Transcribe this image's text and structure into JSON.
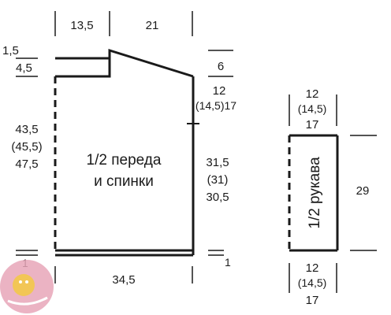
{
  "body_piece": {
    "title_line1": "1/2 переда",
    "title_line2": "и спинки",
    "top_left_width": "13,5",
    "top_right_width": "21",
    "shoulder_step": "1,5",
    "shoulder_step_2": "4,5",
    "right_top_drop": "6",
    "armhole_top": "12",
    "armhole_sizes": "(14,5)17",
    "left_height_1": "43,5",
    "left_height_2": "(45,5)",
    "left_height_3": "47,5",
    "right_height_1": "31,5",
    "right_height_2": "(31)",
    "right_height_3": "30,5",
    "bottom_band_left": "1",
    "bottom_band_right": "1",
    "bottom_width": "34,5"
  },
  "sleeve_piece": {
    "title": "1/2 рукава",
    "top_width_1": "12",
    "top_width_2": "(14,5)",
    "top_width_3": "17",
    "height": "29",
    "bottom_width_1": "12",
    "bottom_width_2": "(14,5)",
    "bottom_width_3": "17"
  },
  "colors": {
    "ink": "#1a1a1a",
    "logo_pink": "#e8a6b8",
    "logo_yellow": "#f3c84a"
  },
  "logo": {
    "icon": "craft-logo-icon"
  }
}
